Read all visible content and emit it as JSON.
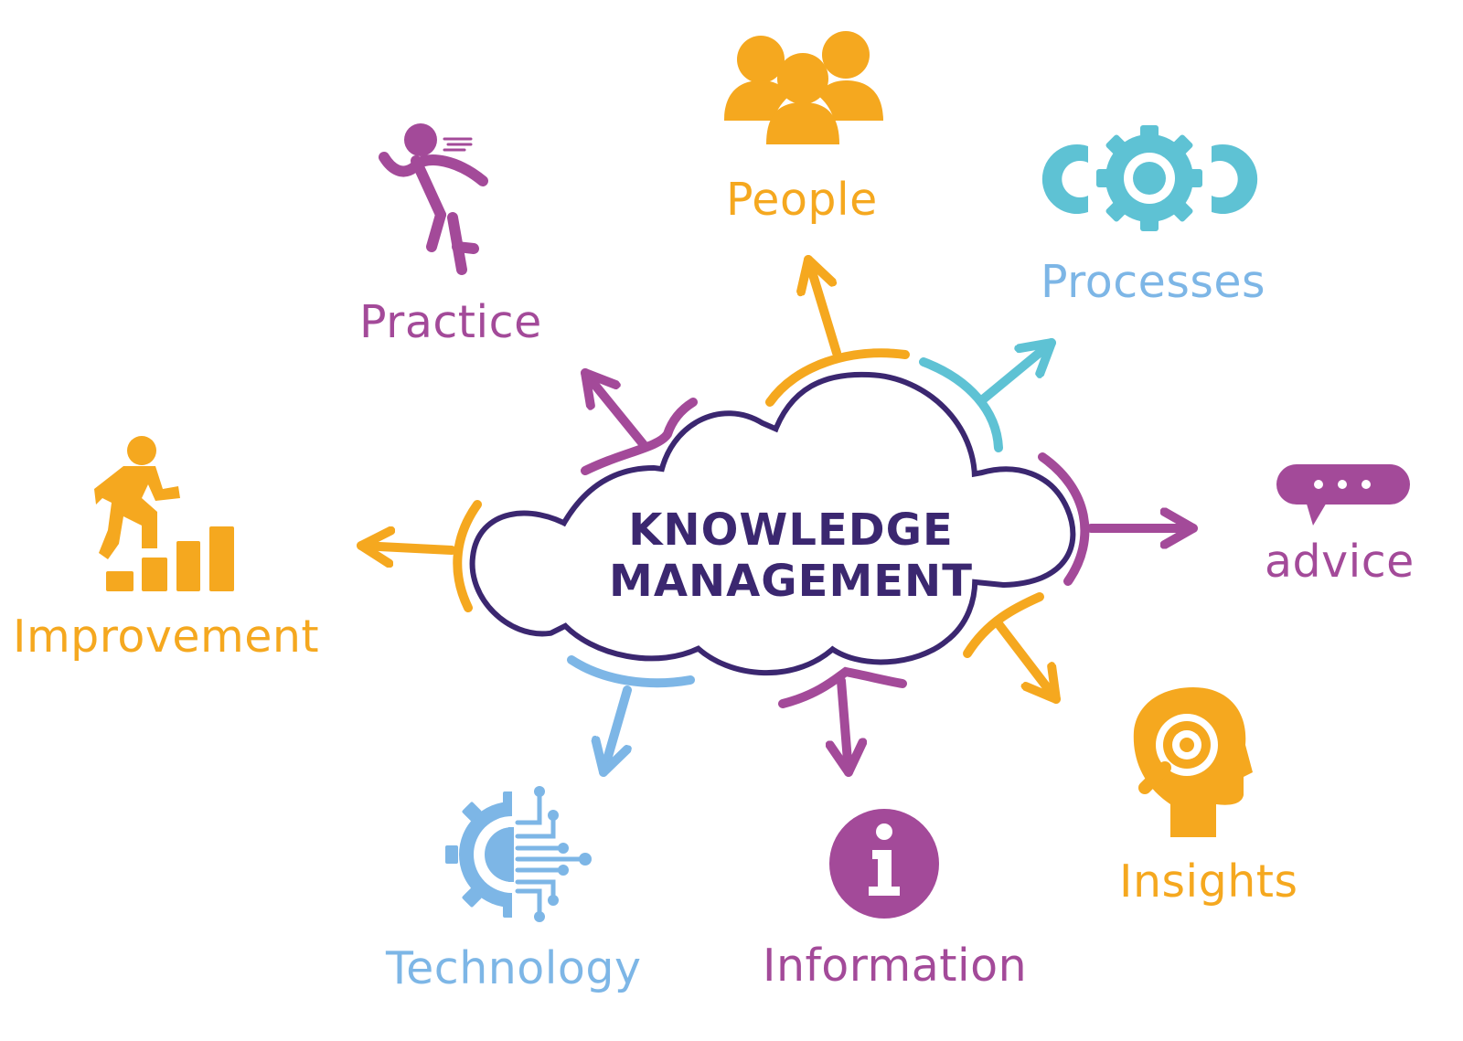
{
  "center": {
    "title_line1": "KNOWLEDGE",
    "title_line2": "MANAGEMENT"
  },
  "nodes": [
    {
      "key": "people",
      "label": "People",
      "icon": "people-group-icon",
      "color": "#f5a81f"
    },
    {
      "key": "processes",
      "label": "Processes",
      "icon": "gears-icon",
      "color": "#5ec2d4"
    },
    {
      "key": "practice",
      "label": "Practice",
      "icon": "running-person-icon",
      "color": "#a34a99"
    },
    {
      "key": "improvement",
      "label": "Improvement",
      "icon": "climbing-stairs-icon",
      "color": "#f5a81f"
    },
    {
      "key": "advice",
      "label": "advice",
      "icon": "speech-bubble-icon",
      "color": "#a34a99"
    },
    {
      "key": "insights",
      "label": "Insights",
      "icon": "head-magnifier-icon",
      "color": "#f5a81f"
    },
    {
      "key": "information",
      "label": "Information",
      "icon": "info-circle-icon",
      "color": "#a34a99"
    },
    {
      "key": "technology",
      "label": "Technology",
      "icon": "tech-gear-circuit-icon",
      "color": "#7db6e6"
    }
  ],
  "colors": {
    "cloud_outline": "#3b2770",
    "orange": "#f5a81f",
    "purple": "#a34a99",
    "teal": "#5ec2d4",
    "blue": "#7db6e6"
  }
}
